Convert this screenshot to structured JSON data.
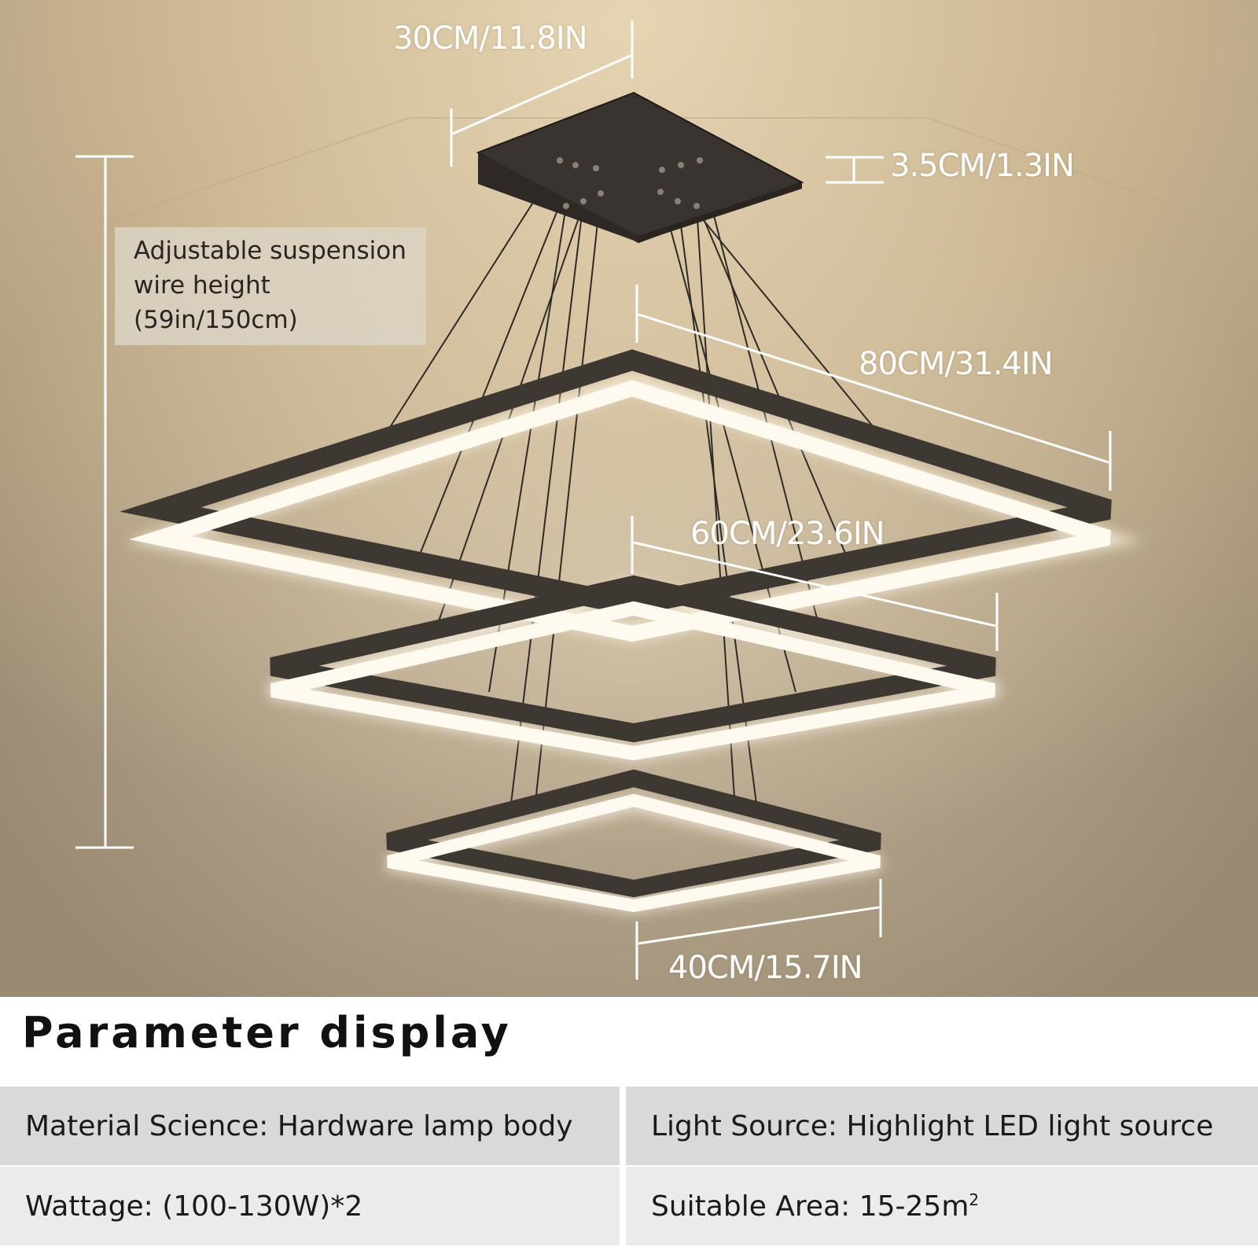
{
  "dimensions": {
    "canopy_width": "30CM/11.8IN",
    "canopy_height": "3.5CM/1.3IN",
    "large_ring": "80CM/31.4IN",
    "medium_ring": "60CM/23.6IN",
    "small_ring": "40CM/15.7IN"
  },
  "note": {
    "line1": "Adjustable suspension",
    "line2": "wire height",
    "line3": "(59in/150cm)"
  },
  "section_title": "Parameter display",
  "params": {
    "material": "Material Science: Hardware lamp body",
    "light_source": "Light Source: Highlight LED light source",
    "wattage": "Wattage: (100-130W)*2",
    "area_text": "Suitable Area: 15-25m",
    "area_sup": "2"
  },
  "colors": {
    "ceiling": "#cdb895",
    "ring_frame": "#3e3833",
    "ring_glow": "#fffaf0",
    "table_row_1": "#d9d9d9",
    "table_row_2": "#ebebeb"
  }
}
